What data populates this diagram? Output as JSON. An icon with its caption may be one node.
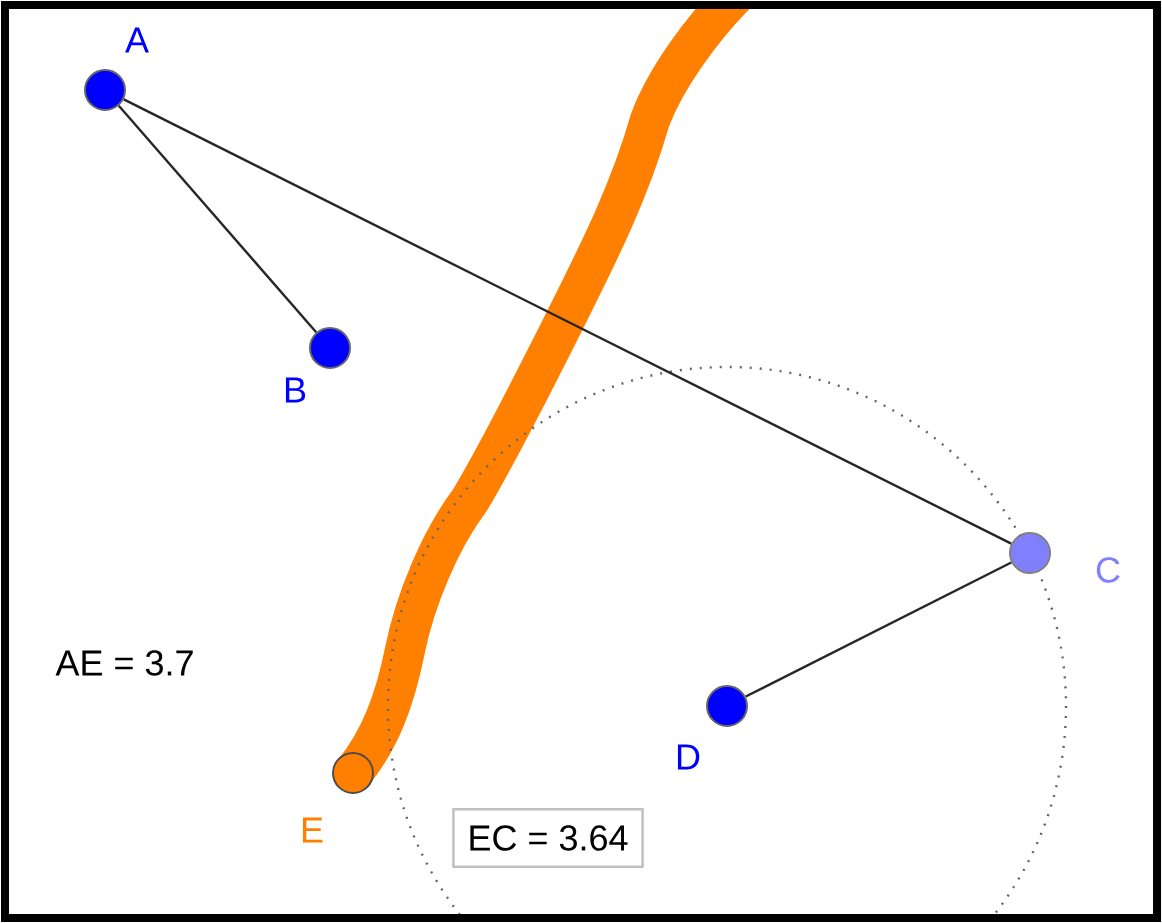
{
  "diagram": {
    "nodes": [
      {
        "text": [],
        "shape": "circle",
        "beside": [
          "A"
        ]
      },
      {
        "text": [],
        "shape": "circle",
        "beside": [
          "B"
        ]
      },
      {
        "text": [],
        "shape": "circle",
        "beside": [
          "C"
        ]
      },
      {
        "text": [],
        "shape": "circle",
        "beside": [
          "D"
        ]
      },
      {
        "text": [],
        "shape": "circle",
        "beside": [
          "E"
        ]
      },
      {
        "text": [
          "EC = 3.64"
        ]
      }
    ],
    "edges": [
      {
        "from": 0,
        "to": 1,
        "arrow": "none"
      },
      {
        "from": 0,
        "to": 2,
        "arrow": "none"
      },
      {
        "from": 2,
        "to": 3,
        "arrow": "none"
      }
    ],
    "labels": [
      "AE = 3.7"
    ]
  }
}
